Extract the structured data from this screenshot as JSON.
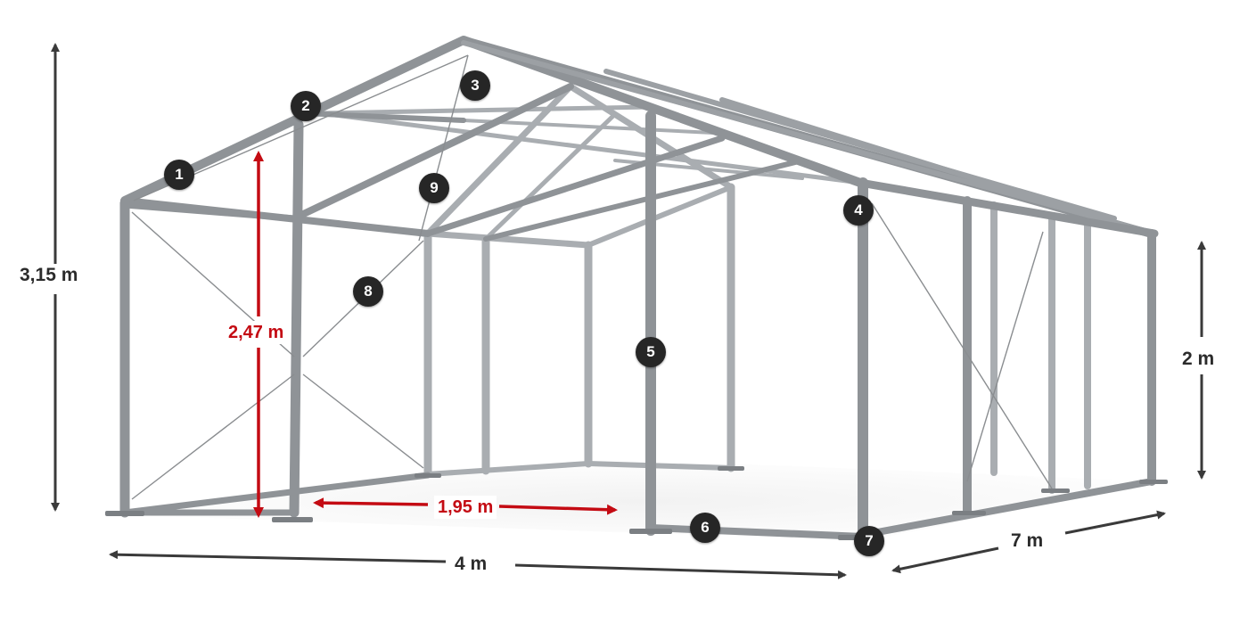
{
  "dimensions": {
    "total_height": "3,15 m",
    "inner_height": "2,47 m",
    "side_height": "2 m",
    "width": "4 m",
    "length": "7 m",
    "bay_spacing": "1,95 m"
  },
  "callouts": [
    "1",
    "2",
    "3",
    "4",
    "5",
    "6",
    "7",
    "8",
    "9"
  ],
  "colors": {
    "frame": "#9a9ea2",
    "frame_dark": "#6e7276",
    "arrow_dark": "#3a3a3a",
    "arrow_red": "#c40b13",
    "badge": "#262626"
  }
}
